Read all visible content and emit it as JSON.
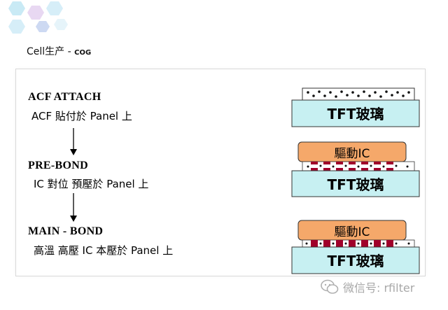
{
  "header": {
    "title_main": "Cell生产 - ",
    "title_small": "COG"
  },
  "steps": [
    {
      "title": "ACF ATTACH",
      "desc": "ACF 貼付於  Panel 上"
    },
    {
      "title": "PRE-BOND",
      "desc": "IC 對位  預壓於  Panel 上"
    },
    {
      "title": "MAIN - BOND",
      "desc": "高溫  高壓  IC 本壓於  Panel 上"
    }
  ],
  "glass_label": "TFT玻璃",
  "ic_label": "驅動IC",
  "watermark": "微信号: rfilter",
  "colors": {
    "glass_fill": "#c7f0f2",
    "ic_fill": "#f5a86a",
    "bump": "#a0002a",
    "hex_fill": "#bfe6f2"
  }
}
